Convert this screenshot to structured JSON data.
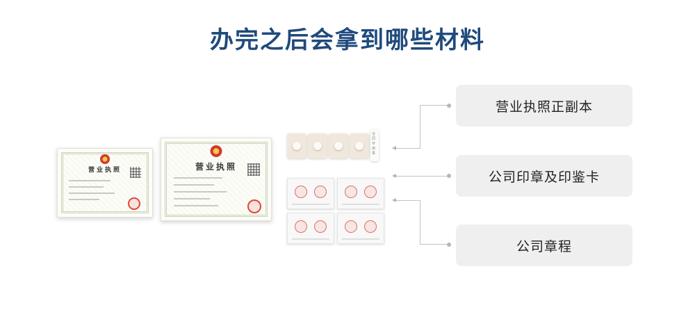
{
  "title": "办完之后会拿到哪些材料",
  "certificates": [
    {
      "heading": "营业执照"
    },
    {
      "heading": "营业执照"
    }
  ],
  "seal_stick_text": "合同专用章",
  "materials": [
    {
      "label": "营业执照正副本"
    },
    {
      "label": "公司印章及印鉴卡"
    },
    {
      "label": "公司章程"
    }
  ],
  "colors": {
    "title": "#1f4a7c",
    "label_bg": "#efefef",
    "connector": "#c3c3c3",
    "stamp_red": "#e04838"
  }
}
